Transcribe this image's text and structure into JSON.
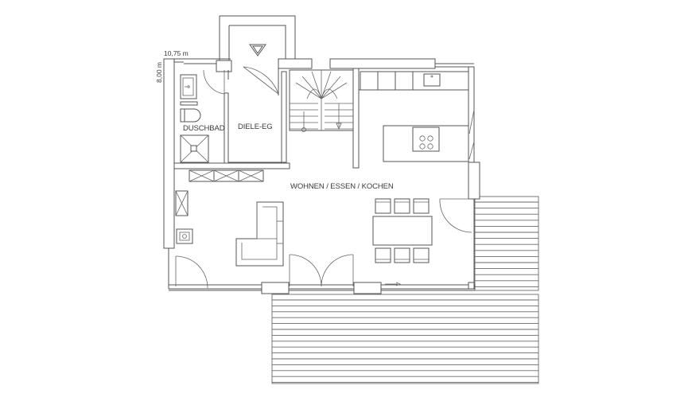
{
  "dimensions": {
    "width_label": "10,75 m",
    "height_label": "8,00 m"
  },
  "rooms": {
    "duschbad": "DUSCHBAD",
    "diele": "DIELE-EG",
    "wohnen": "WOHNEN / ESSEN / KOCHEN"
  },
  "colors": {
    "line": "#555555",
    "background": "#ffffff"
  }
}
